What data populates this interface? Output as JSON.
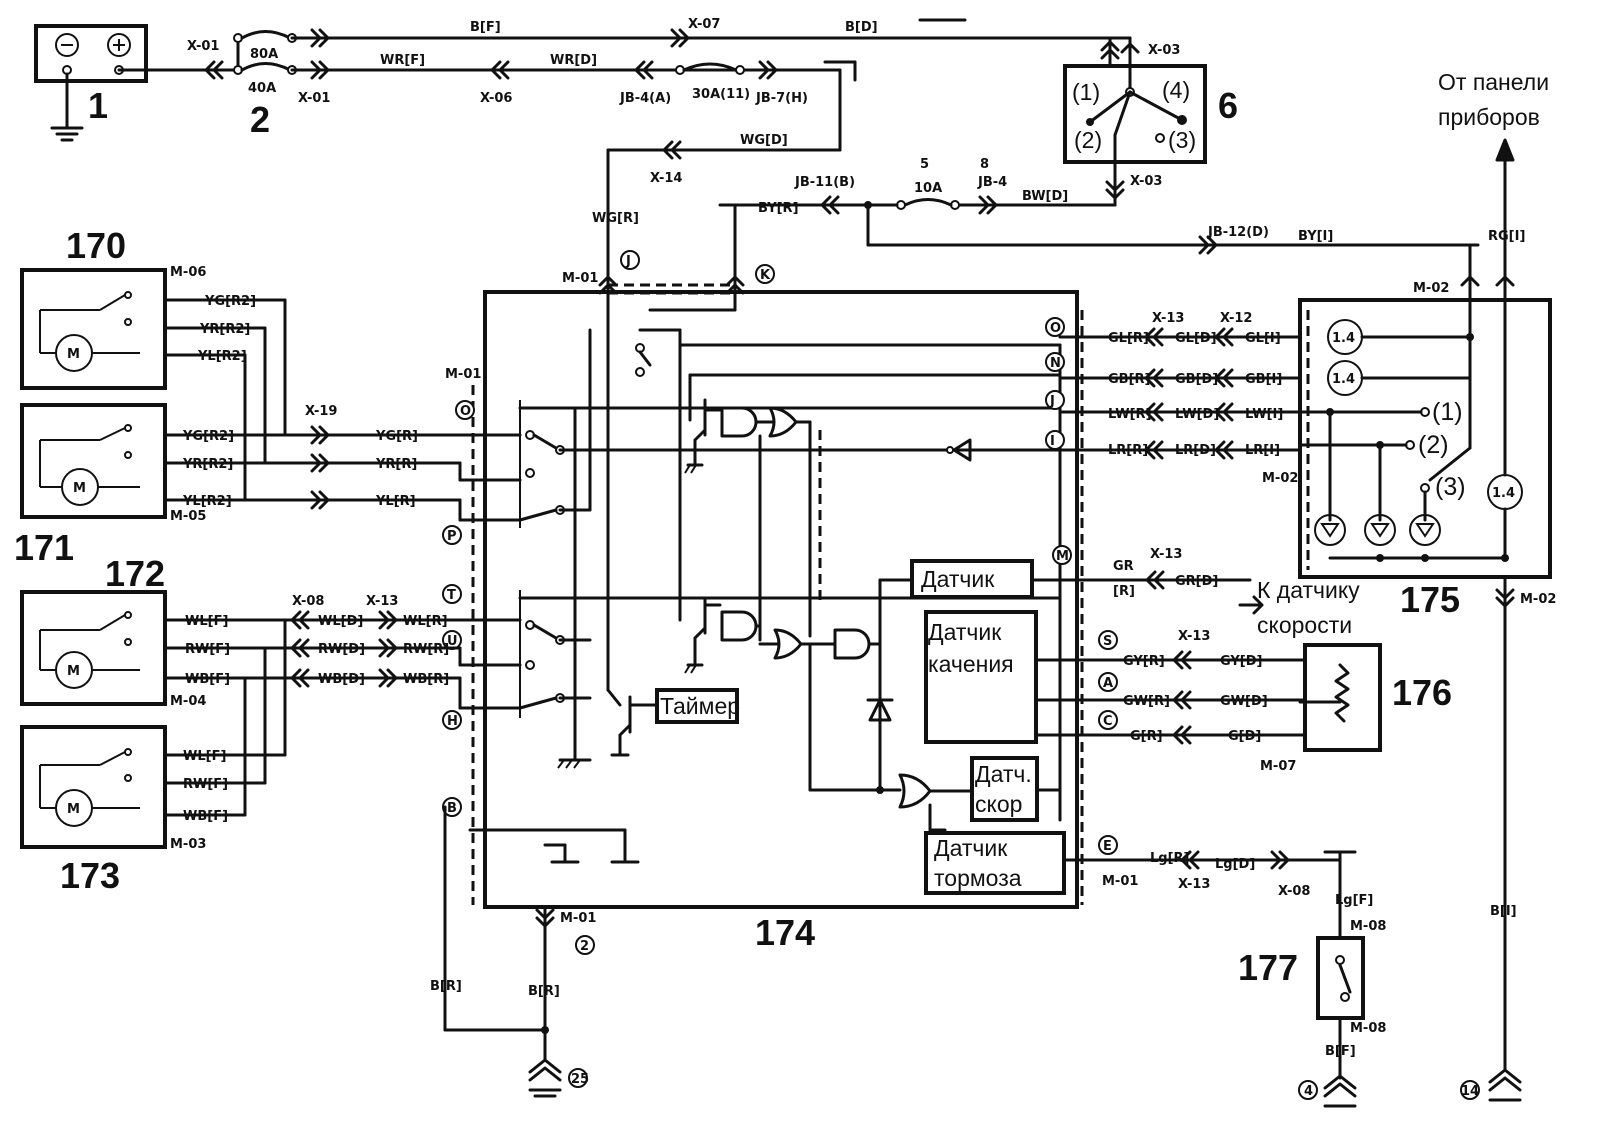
{
  "components": {
    "c1": "1",
    "c2": "2",
    "c6": "6",
    "c170": "170",
    "c171": "171",
    "c172": "172",
    "c173": "173",
    "c174": "174",
    "c175": "175",
    "c176": "176",
    "c177": "177"
  },
  "blocks": {
    "sensor": "Датчик",
    "roll_1": "Датчик",
    "roll_2": "качения",
    "speed_1": "Датч.",
    "speed_2": "скор",
    "brake_1": "Датчик",
    "brake_2": "тормоза",
    "timer": "Таймер"
  },
  "notes": {
    "panel_1": "От панели",
    "panel_2": "приборов",
    "speed_1": "К датчику",
    "speed_2": "скорости"
  },
  "connectors": {
    "x01a": "X-01",
    "x01b": "X-01",
    "x06": "X-06",
    "x07": "X-07",
    "x03a": "X-03",
    "x03b": "X-03",
    "x14": "X-14",
    "x19": "X-19",
    "x08a": "X-08",
    "x13a": "X-13",
    "x13b": "X-13",
    "x12": "X-12",
    "x13c": "X-13",
    "x13d": "X-13",
    "x13e": "X-13",
    "x08b": "X-08",
    "m06": "M-06",
    "m05": "M-05",
    "m04": "M-04",
    "m03": "M-03",
    "m01a": "M-01",
    "m01b": "M-01",
    "m01c": "M-01",
    "m01d": "M-01",
    "m02a": "M-02",
    "m02b": "M-02",
    "m02c": "M-02",
    "m07": "M-07",
    "m08a": "M-08",
    "m08b": "M-08",
    "jb4a": "JB-4(A)",
    "jb7": "JB-7(H)",
    "jb11": "JB-11(B)",
    "jb4": "JB-4",
    "jb12": "JB-12(D)"
  },
  "fuses": {
    "f80": "80A",
    "f40": "40A",
    "f30": "30A(11)",
    "f10": "10A"
  },
  "wires": {
    "bf": "B[F]",
    "bd": "B[D]",
    "wrf": "WR[F]",
    "wrd": "WR[D]",
    "wgd": "WG[D]",
    "wgr": "WG[R]",
    "byr": "BY[R]",
    "bwd": "BW[D]",
    "byi": "BY[I]",
    "rgi": "RG[I]",
    "bi": "B[I]",
    "ygr2": "YG[R2]",
    "yrr2": "YR[R2]",
    "ylr2": "YL[R2]",
    "ygr2b": "YG[R2]",
    "yrr2b": "YR[R2]",
    "ylr2b": "YL[R2]",
    "ygr": "YG[R]",
    "yrr": "YR[R]",
    "ylr": "YL[R]",
    "wlf": "WL[F]",
    "rwf": "RW[F]",
    "wbf": "WB[F]",
    "wld": "WL[D]",
    "rwd": "RW[D]",
    "wbd": "WB[D]",
    "wlr": "WL[R]",
    "rwr": "RW[R]",
    "wbr": "WB[R]",
    "wlf2": "WL[F]",
    "rwf2": "RW[F]",
    "wbf2": "WB[F]",
    "glr": "GL[R]",
    "gld": "GL[D]",
    "gli": "GL[I]",
    "gbr": "GB[R]",
    "gbd": "GB[D]",
    "gbi": "GB[I]",
    "lwr": "LW[R]",
    "lwd": "LW[D]",
    "lwi": "LW[I]",
    "lrr": "LR[R]",
    "lrd": "LR[D]",
    "lri": "LR[I]",
    "gr1": "GR",
    "gr2": "[R]",
    "grd": "GR[D]",
    "gyr": "GY[R]",
    "gyd": "GY[D]",
    "gwr": "GW[R]",
    "gwd": "GW[D]",
    "gr": "G[R]",
    "gd": "G[D]",
    "lgr": "Lg[R]",
    "lgd": "Lg[D]",
    "lgf": "Lg[F]",
    "bf2": "B[F]",
    "br1": "B[R]",
    "br2": "B[R]"
  },
  "lamps": {
    "l1": "1.4",
    "l2": "1.4",
    "l3": "1.4"
  },
  "switch_pos": {
    "p1": "(1)",
    "p2": "(2)",
    "p3": "(3)",
    "s1": "(1)",
    "s2": "(2)",
    "s3": "(3)",
    "s4": "(4)"
  },
  "pins": {
    "p_j": "J",
    "p_k": "K",
    "p_p": "P",
    "p_t": "T",
    "p_u": "U",
    "p_h": "H",
    "p_b": "B",
    "p_2": "2",
    "p_o": "O",
    "p_n": "N",
    "p_jj": "J",
    "p_i": "I",
    "p_m": "M",
    "p_s": "S",
    "p_a": "A",
    "p_c": "C",
    "p_e": "E",
    "p_5": "5",
    "p_8": "8",
    "g25": "25",
    "g4": "4",
    "g14": "14"
  },
  "motor_symbol": "M"
}
